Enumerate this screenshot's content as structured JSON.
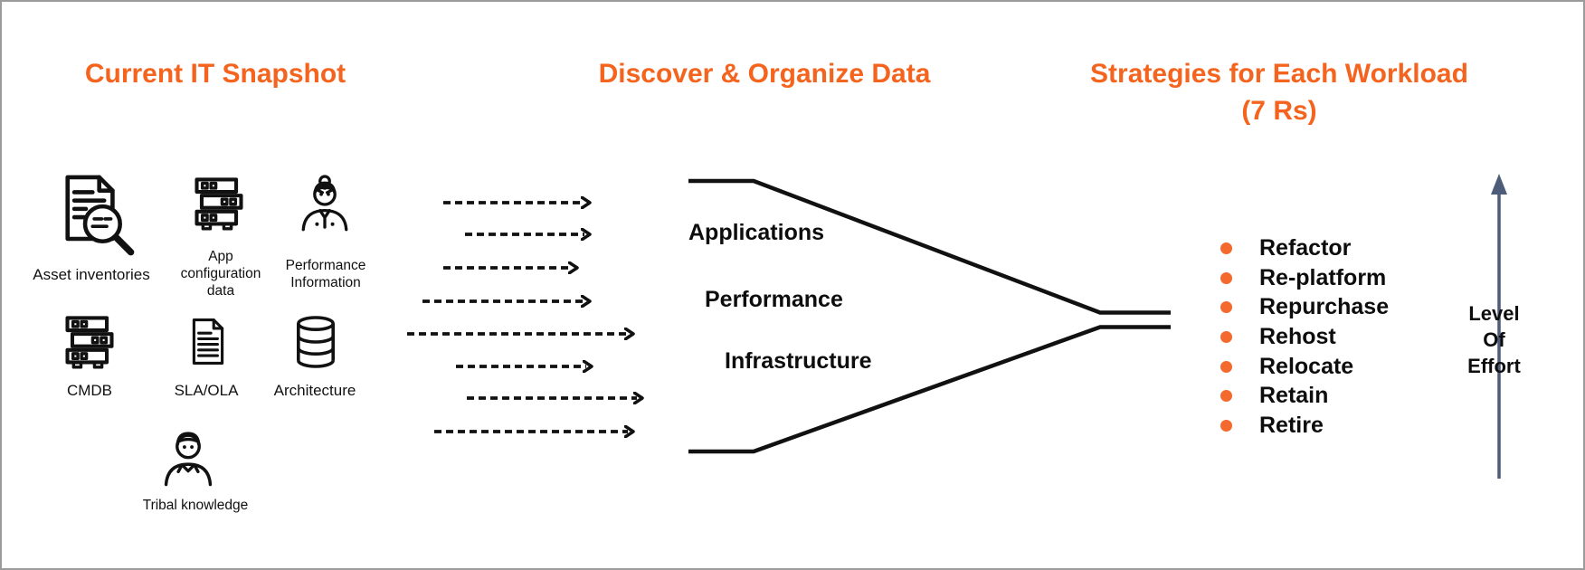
{
  "palette": {
    "accent_orange": "#F4641E",
    "bullet_orange": "#F4692E",
    "line_black": "#111111",
    "effort_arrow_blue": "#4D5C78",
    "frame_gray": "#9B9B9B"
  },
  "headings": {
    "left": "Current IT Snapshot",
    "middle": "Discover & Organize Data",
    "right_line1": "Strategies for Each Workload",
    "right_line2": "(7 Rs)"
  },
  "sources": [
    {
      "label": "Asset inventories",
      "icon": "document-magnifier-icon"
    },
    {
      "label": "App configuration data",
      "icon": "server-stack-icon"
    },
    {
      "label": "Performance Information",
      "icon": "woman-analyst-icon"
    },
    {
      "label": "CMDB",
      "icon": "server-stack-icon"
    },
    {
      "label": "SLA/OLA",
      "icon": "document-icon"
    },
    {
      "label": "Architecture",
      "icon": "database-icon"
    },
    {
      "label": "Tribal knowledge",
      "icon": "man-icon"
    }
  ],
  "funnel": {
    "labels": [
      "Applications",
      "Performance",
      "Infrastructure"
    ],
    "arrow_count": 8
  },
  "strategies": [
    "Refactor",
    "Re-platform",
    "Repurchase",
    "Rehost",
    "Relocate",
    "Retain",
    "Retire"
  ],
  "effort": {
    "lines": [
      "Level",
      "Of",
      "Effort"
    ]
  }
}
